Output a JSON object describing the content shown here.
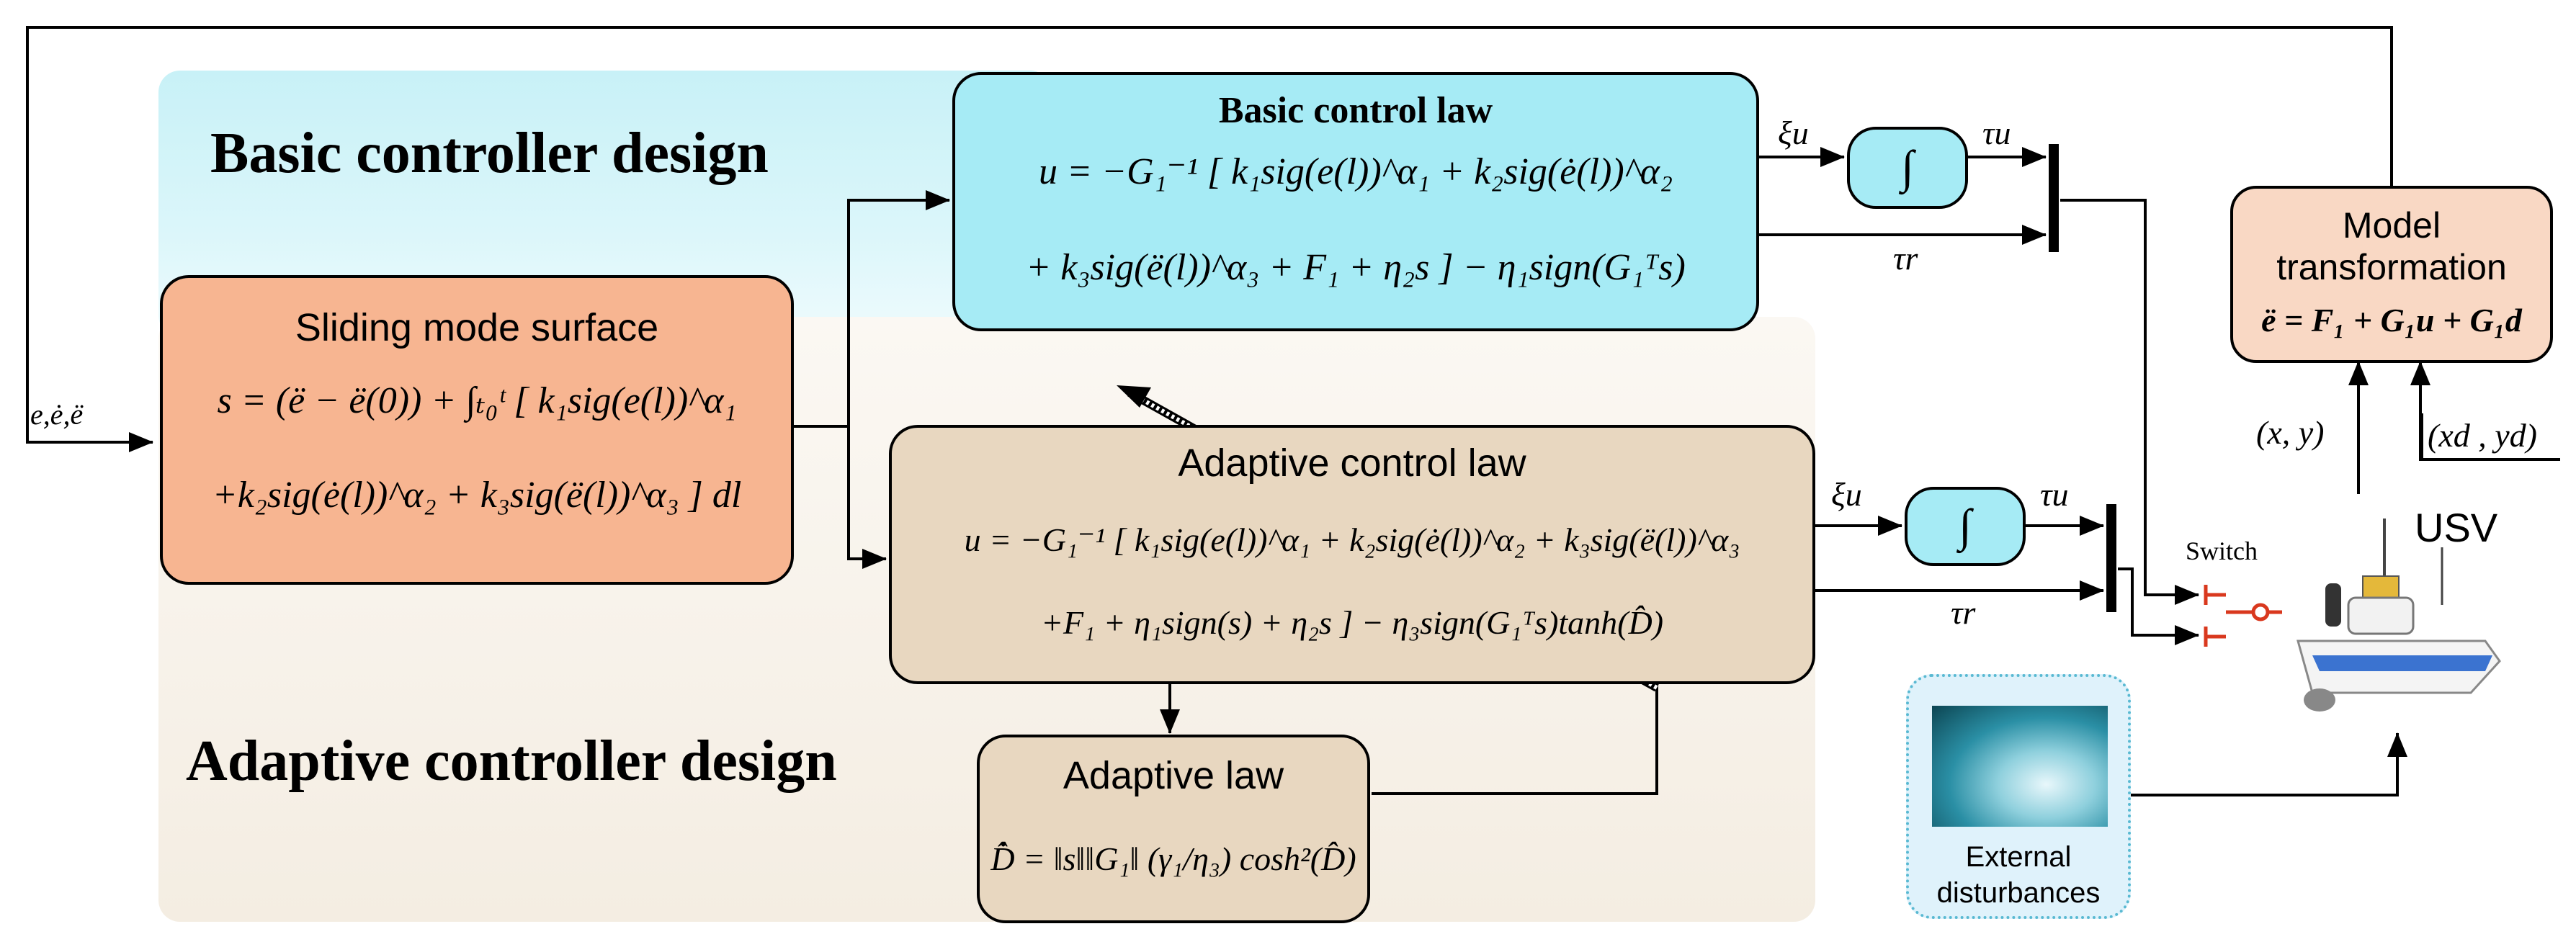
{
  "section_titles": {
    "basic": "Basic controller design",
    "adaptive": "Adaptive controller design"
  },
  "sliding_surface": {
    "title": "Sliding mode surface",
    "line1": "s = (ë − ë(0)) + ∫ₜ₀ᵗ [ k₁sig(e(l))^α₁",
    "line2": "+k₂sig(ė(l))^α₂ + k₃sig(ë(l))^α₃ ] dl"
  },
  "basic_law": {
    "title": "Basic control law",
    "line1": "u = −G₁⁻¹ [ k₁sig(e(l))^α₁ + k₂sig(ė(l))^α₂",
    "line2": "+ k₃sig(ë(l))^α₃ + F₁ + η₂s ] − η₁sign(G₁ᵀs)"
  },
  "adaptive_law_box": {
    "title": "Adaptive control law",
    "line1": "u = −G₁⁻¹ [ k₁sig(e(l))^α₁ + k₂sig(ė(l))^α₂ + k₃sig(ë(l))^α₃",
    "line2": "+F₁ + η₁sign(s) + η₂s ] − η₃sign(G₁ᵀs)tanh(D̂)"
  },
  "adaptive_update": {
    "title": "Adaptive law",
    "line1": "D̂̇ = ‖s‖‖G₁‖ (γ₁/η₃) cosh²(D̂)"
  },
  "model": {
    "title_line1": "Model",
    "title_line2": "transformation",
    "equation": "ë = F₁ + G₁u + G₁d"
  },
  "integrator_symbol": "∫",
  "signals": {
    "input": "e,ė,ë",
    "xi_u_top": "ξu",
    "tau_u_top": "τu",
    "tau_r_top": "τr",
    "xi_u_bottom": "ξu",
    "tau_u_bottom": "τu",
    "tau_r_bottom": "τr",
    "xy": "(x, y)",
    "xdyd": "(xd , yd)"
  },
  "switch_label": "Switch",
  "usv_label": "USV",
  "disturbance_label_line1": "External",
  "disturbance_label_line2": "disturbances",
  "colors": {
    "basic_bg": "#c8f1f7",
    "basic_box": "#a6ebf5",
    "adaptive_bg": "#f7f2ea",
    "surface_box": "#f7b591",
    "adaptive_box": "#e8d7c0",
    "model_box": "#f9d8c4",
    "switch_red": "#d9381e",
    "wave": "#2a8fa5"
  }
}
